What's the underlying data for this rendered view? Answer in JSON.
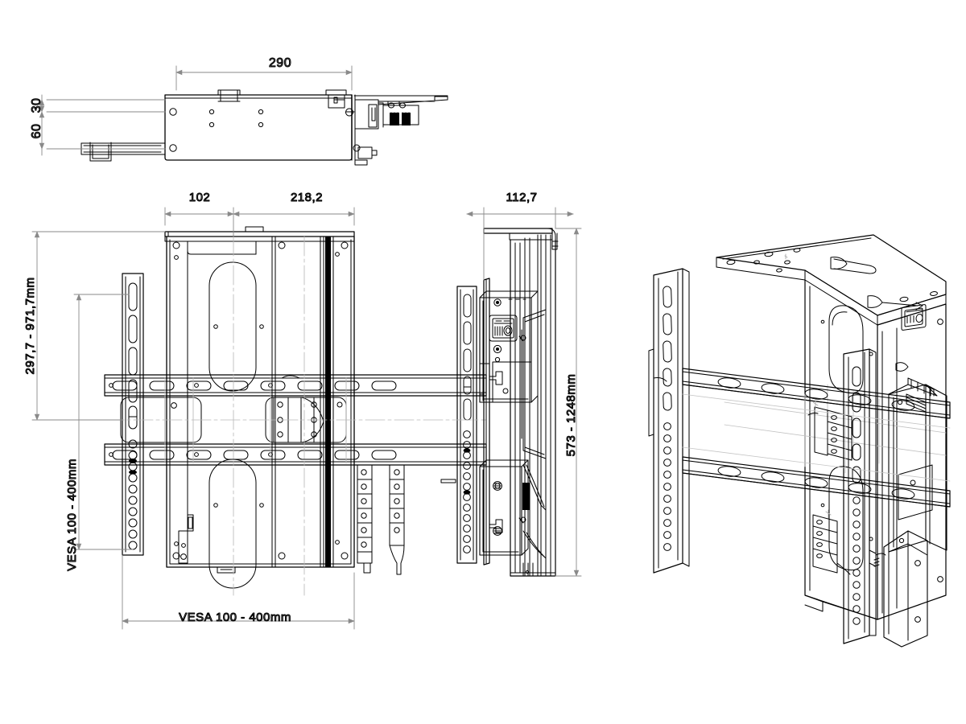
{
  "drawing": {
    "type": "cad-technical-drawing",
    "subject": "TV wall mount bracket - full motion articulating arm",
    "background_color": "#ffffff",
    "line_color": "#000000",
    "dimension_color": "#8a8a8a",
    "hidden_line_color": "#b0b0b0"
  },
  "views": {
    "top": {
      "name": "top-view",
      "dimensions": {
        "width": "290",
        "offset_upper": "30",
        "offset_lower": "60"
      }
    },
    "front": {
      "name": "front-view",
      "dimensions": {
        "segment_left": "102",
        "segment_right": "218,2",
        "height_range": "297,7 - 971,7mm",
        "vesa_vertical": "VESA 100 - 400mm",
        "vesa_horizontal": "VESA 100 - 400mm"
      }
    },
    "side": {
      "name": "side-view",
      "dimensions": {
        "depth": "112,7",
        "height_range": "573 - 1248mm"
      }
    },
    "isometric": {
      "name": "isometric-view",
      "dimensions": {}
    }
  },
  "labels": {
    "dim_290": "290",
    "dim_30": "30",
    "dim_60": "60",
    "dim_102": "102",
    "dim_218_2": "218,2",
    "dim_112_7": "112,7",
    "dim_297_971": "297,7 - 971,7mm",
    "dim_573_1248": "573 - 1248mm",
    "vesa_v": "VESA 100 - 400mm",
    "vesa_h": "VESA 100 - 400mm"
  }
}
